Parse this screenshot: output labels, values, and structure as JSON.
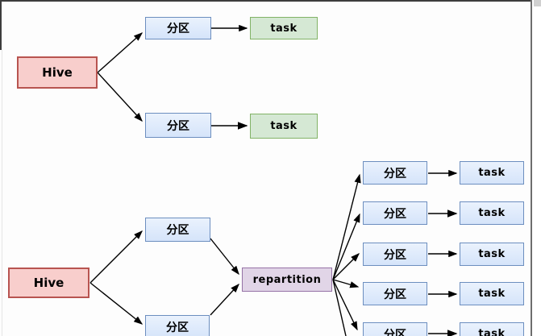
{
  "colors": {
    "canvas_bg": "#fdfdfd",
    "hive_fill": "#f8cecc",
    "hive_border": "#b85450",
    "partition_fill": "#dae8fc",
    "partition_border": "#6c8ebf",
    "task_fill": "#d5e8d4",
    "task_border": "#82b366",
    "repartition_fill": "#e1d5e7",
    "repartition_border": "#9673a6",
    "arrow": "#000000",
    "frame_dark": "#3d3d3d",
    "frame_right_line": "#6e6e6e"
  },
  "top_flow": {
    "source": "Hive",
    "branches": [
      {
        "partition": "分区",
        "task": "task"
      },
      {
        "partition": "分区",
        "task": "task"
      }
    ]
  },
  "bottom_flow": {
    "source": "Hive",
    "stage1_partitions": [
      {
        "label": "分区"
      },
      {
        "label": "分区"
      }
    ],
    "shuffle": "repartition",
    "stage2": [
      {
        "partition": "分区",
        "task": "task"
      },
      {
        "partition": "分区",
        "task": "task"
      },
      {
        "partition": "分区",
        "task": "task"
      },
      {
        "partition": "分区",
        "task": "task"
      },
      {
        "partition": "分区",
        "task": "task"
      }
    ]
  }
}
